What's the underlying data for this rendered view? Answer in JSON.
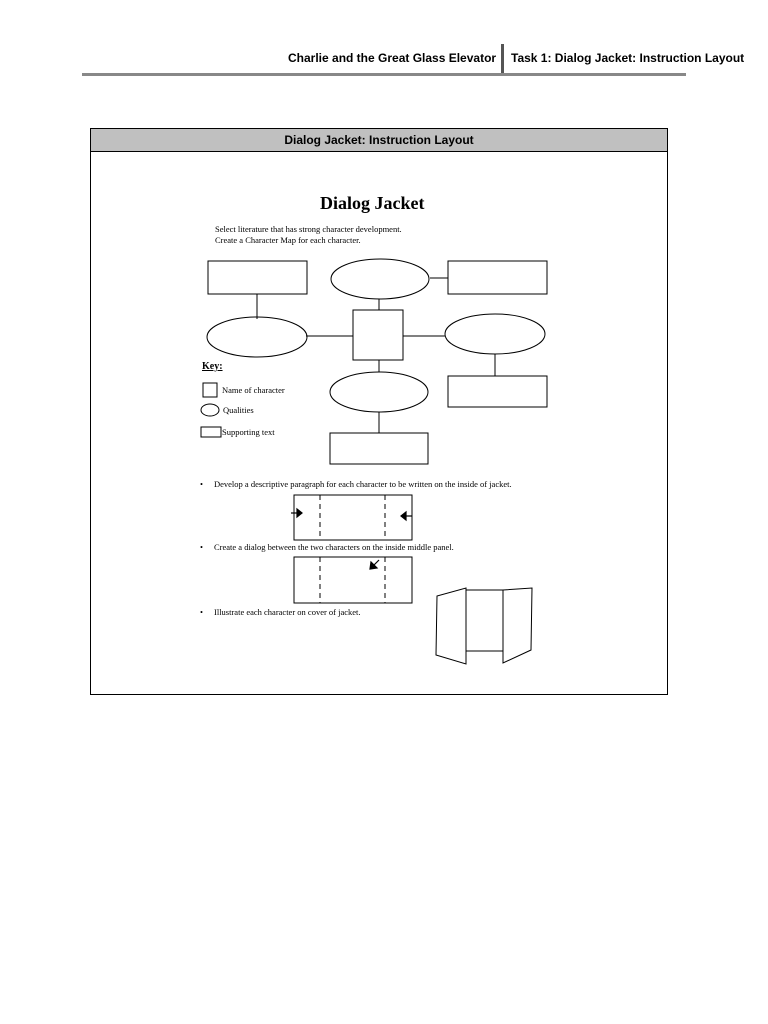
{
  "header": {
    "book_title": "Charlie and the Great Glass Elevator",
    "task_title": "Task 1: Dialog Jacket: Instruction Layout"
  },
  "box": {
    "heading": "Dialog Jacket: Instruction Layout"
  },
  "document": {
    "title": "Dialog Jacket",
    "intro_lines": [
      "Select literature that has strong character development.",
      "Create a Character Map for each character."
    ],
    "key": {
      "title": "Key:",
      "name_of_character": "Name of character",
      "qualities": "Qualities",
      "supporting_text": "Supporting text"
    },
    "steps": [
      "Develop a descriptive paragraph for each character to be written on the inside of jacket.",
      "Create a dialog between the two characters on the inside middle panel.",
      "Illustrate each character on cover of jacket."
    ]
  }
}
